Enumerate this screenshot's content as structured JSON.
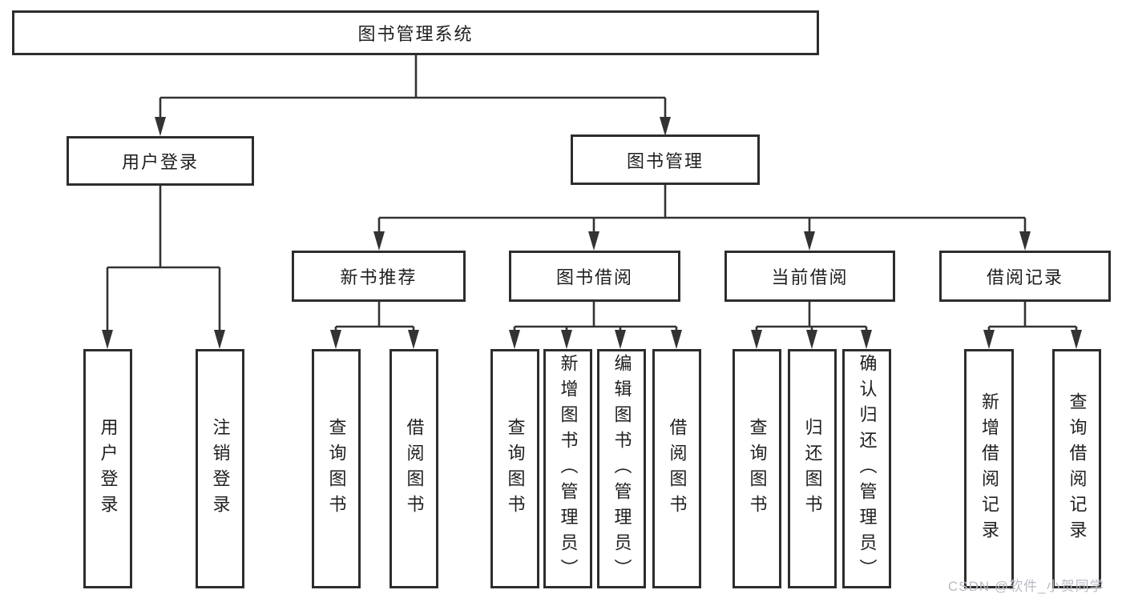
{
  "colors": {
    "background": "#ffffff",
    "line": "#333333",
    "box_border": "#2d2d2d",
    "text": "#1f1f1f",
    "watermark": "#b9bac3"
  },
  "diagram": {
    "root": {
      "label": "图书管理系统"
    },
    "branches": [
      {
        "label": "用户登录",
        "children": [
          {
            "label": "用户登录"
          },
          {
            "label": "注销登录"
          }
        ]
      },
      {
        "label": "图书管理",
        "children": [
          {
            "label": "新书推荐",
            "children": [
              {
                "label": "查询图书"
              },
              {
                "label": "借阅图书"
              }
            ]
          },
          {
            "label": "图书借阅",
            "children": [
              {
                "label": "查询图书"
              },
              {
                "label": "新增图书（管理员）"
              },
              {
                "label": "编辑图书（管理员）"
              },
              {
                "label": "借阅图书"
              }
            ]
          },
          {
            "label": "当前借阅",
            "children": [
              {
                "label": "查询图书"
              },
              {
                "label": "归还图书"
              },
              {
                "label": "确认归还（管理员）"
              }
            ]
          },
          {
            "label": "借阅记录",
            "children": [
              {
                "label": "新增借阅记录"
              },
              {
                "label": "查询借阅记录"
              }
            ]
          }
        ]
      }
    ]
  },
  "watermark": {
    "text": "CSDN @软件_小贺同学"
  }
}
